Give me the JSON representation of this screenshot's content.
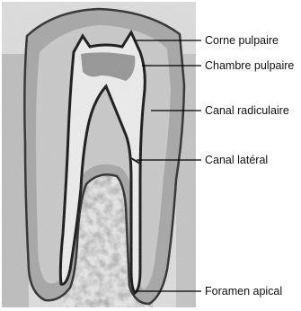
{
  "figure": {
    "labels": {
      "pulp_horn": "Corne pulpaire",
      "pulp_chamber": "Chambre pulpaire",
      "root_canal": "Canal radiculaire",
      "lateral_canal": "Canal latéral",
      "apical_foramen": "Foramen apical"
    }
  }
}
